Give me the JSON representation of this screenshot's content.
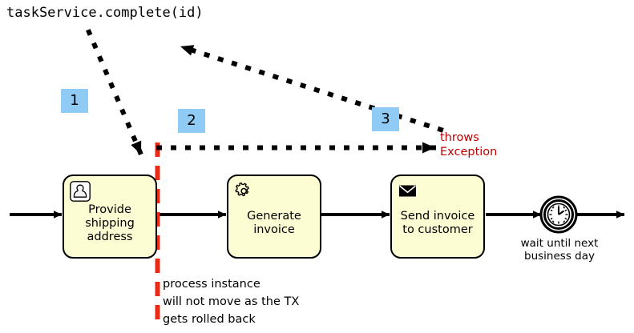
{
  "diagram": {
    "code_call": "taskService.complete(id)",
    "colors": {
      "badge_fill": "#8fcbf4",
      "task_fill": "#fdfdd4",
      "task_stroke": "#000000",
      "tx_boundary": "#e82c18",
      "exception_text": "#c00000",
      "flow": "#000000",
      "background": "#ffffff"
    },
    "badges": [
      {
        "id": "1",
        "label": "1"
      },
      {
        "id": "2",
        "label": "2"
      },
      {
        "id": "3",
        "label": "3"
      }
    ],
    "tasks": [
      {
        "id": "provide-shipping-address",
        "label": "Provide\nshipping\naddress",
        "icon": "user-icon",
        "type": "user-task"
      },
      {
        "id": "generate-invoice",
        "label": "Generate\ninvoice",
        "icon": "gear-icon",
        "type": "service-task"
      },
      {
        "id": "send-invoice-to-customer",
        "label": "Send invoice\nto customer",
        "icon": "envelope-icon",
        "type": "send-task"
      }
    ],
    "timer_event": {
      "id": "wait-timer",
      "icon": "clock-icon",
      "label": "wait until next\nbusiness day"
    },
    "annotations": {
      "exception": "throws\nException",
      "rollback": "process instance\nwill not move as the TX\ngets rolled back"
    }
  }
}
